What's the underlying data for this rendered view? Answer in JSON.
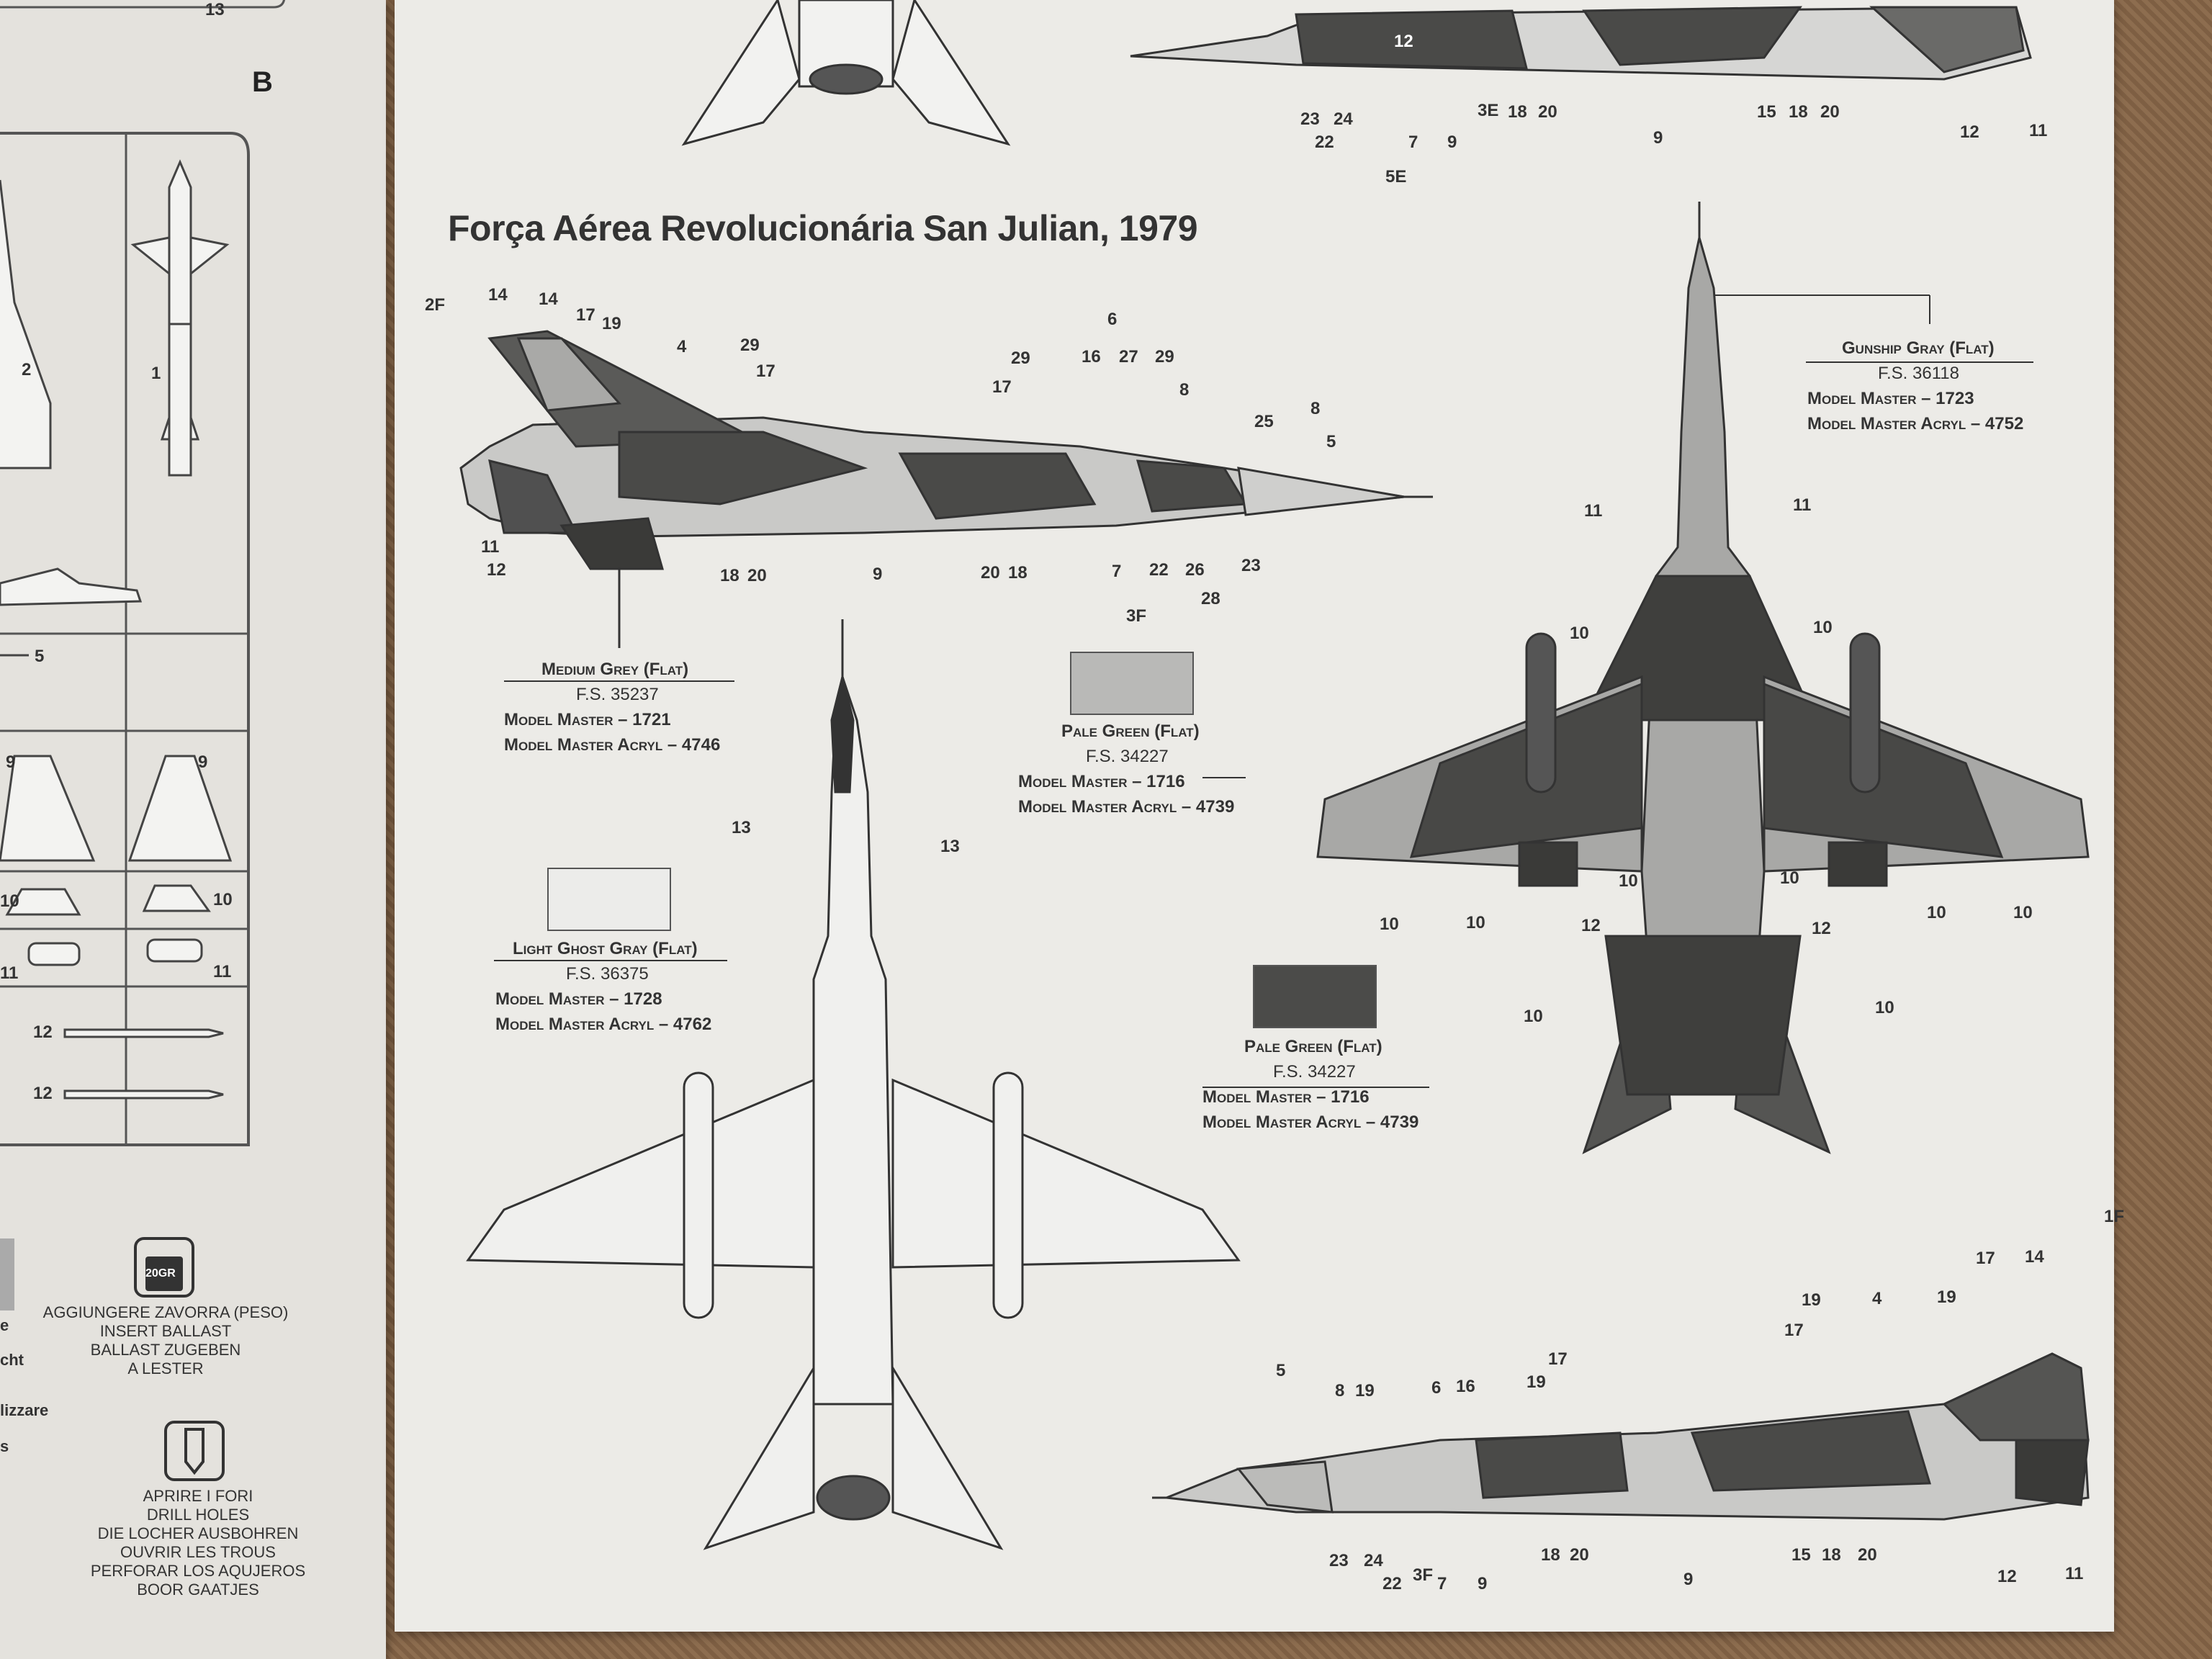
{
  "title": "Força Aérea Revolucionária San Julian, 1979",
  "sprue_letter": "B",
  "sprue_part_numbers": [
    "1",
    "2",
    "5",
    "9",
    "9",
    "10",
    "10",
    "11",
    "11",
    "12",
    "12",
    "13"
  ],
  "colors": [
    {
      "name": "Medium Grey (Flat)",
      "fs": "F.S. 35237",
      "mm": "Model Master – 1721",
      "mma": "Model Master Acryl – 4746",
      "hex": "#a8a8a6"
    },
    {
      "name": "Pale Green (Flat)",
      "fs": "F.S. 34227",
      "mm": "Model Master – 1716",
      "mma": "Model Master Acryl – 4739",
      "hex": "#b9b9b7"
    },
    {
      "name": "Light Ghost Gray (Flat)",
      "fs": "F.S. 36375",
      "mm": "Model Master – 1728",
      "mma": "Model Master Acryl – 4762",
      "hex": "#ececea"
    },
    {
      "name": "Pale Green (Flat)",
      "fs": "F.S. 34227",
      "mm": "Model Master – 1716",
      "mma": "Model Master Acryl – 4739",
      "hex": "#4b4b49"
    },
    {
      "name": "Gunship Gray (Flat)",
      "fs": "F.S. 36118",
      "mm": "Model Master – 1723",
      "mma": "Model Master Acryl – 4752",
      "hex": "#3c3c3a"
    }
  ],
  "instructions": {
    "ballast_weight": "20GR",
    "ballast": [
      "AGGIUNGERE ZAVORRA (PESO)",
      "INSERT BALLAST",
      "BALLAST ZUGEBEN",
      "A LESTER"
    ],
    "drill": [
      "APRIRE I FORI",
      "DRILL HOLES",
      "DIE LOCHER AUSBOHREN",
      "OUVRIR LES TROUS",
      "PERFORAR LOS AQUJEROS",
      "BOOR GAATJES"
    ],
    "left_fragments": [
      "e",
      "cht",
      "lizzare",
      "s"
    ]
  },
  "callouts": {
    "top_left_side": [
      "2F",
      "14",
      "14",
      "17",
      "19",
      "4",
      "29",
      "17",
      "29",
      "17",
      "16",
      "27",
      "29",
      "6",
      "8",
      "25",
      "8",
      "5",
      "11",
      "12",
      "18",
      "20",
      "9",
      "20",
      "18",
      "7",
      "22",
      "26",
      "23",
      "28",
      "3F"
    ],
    "top_right_strip": [
      "23",
      "24",
      "22",
      "7",
      "9",
      "3E",
      "18",
      "20",
      "9",
      "15",
      "18",
      "20",
      "12",
      "11",
      "5E",
      "12"
    ],
    "bottom_right_side": [
      "1F",
      "17",
      "14",
      "19",
      "4",
      "19",
      "17",
      "17",
      "19",
      "5",
      "8",
      "19",
      "6",
      "16",
      "23",
      "24",
      "22",
      "3F",
      "7",
      "9",
      "18",
      "20",
      "9",
      "15",
      "18",
      "20",
      "12",
      "11"
    ],
    "top_view": [
      "13",
      "13"
    ],
    "underside": [
      "11",
      "11",
      "10",
      "10",
      "10",
      "10",
      "10",
      "10",
      "10",
      "10",
      "12",
      "12",
      "10",
      "10"
    ]
  }
}
